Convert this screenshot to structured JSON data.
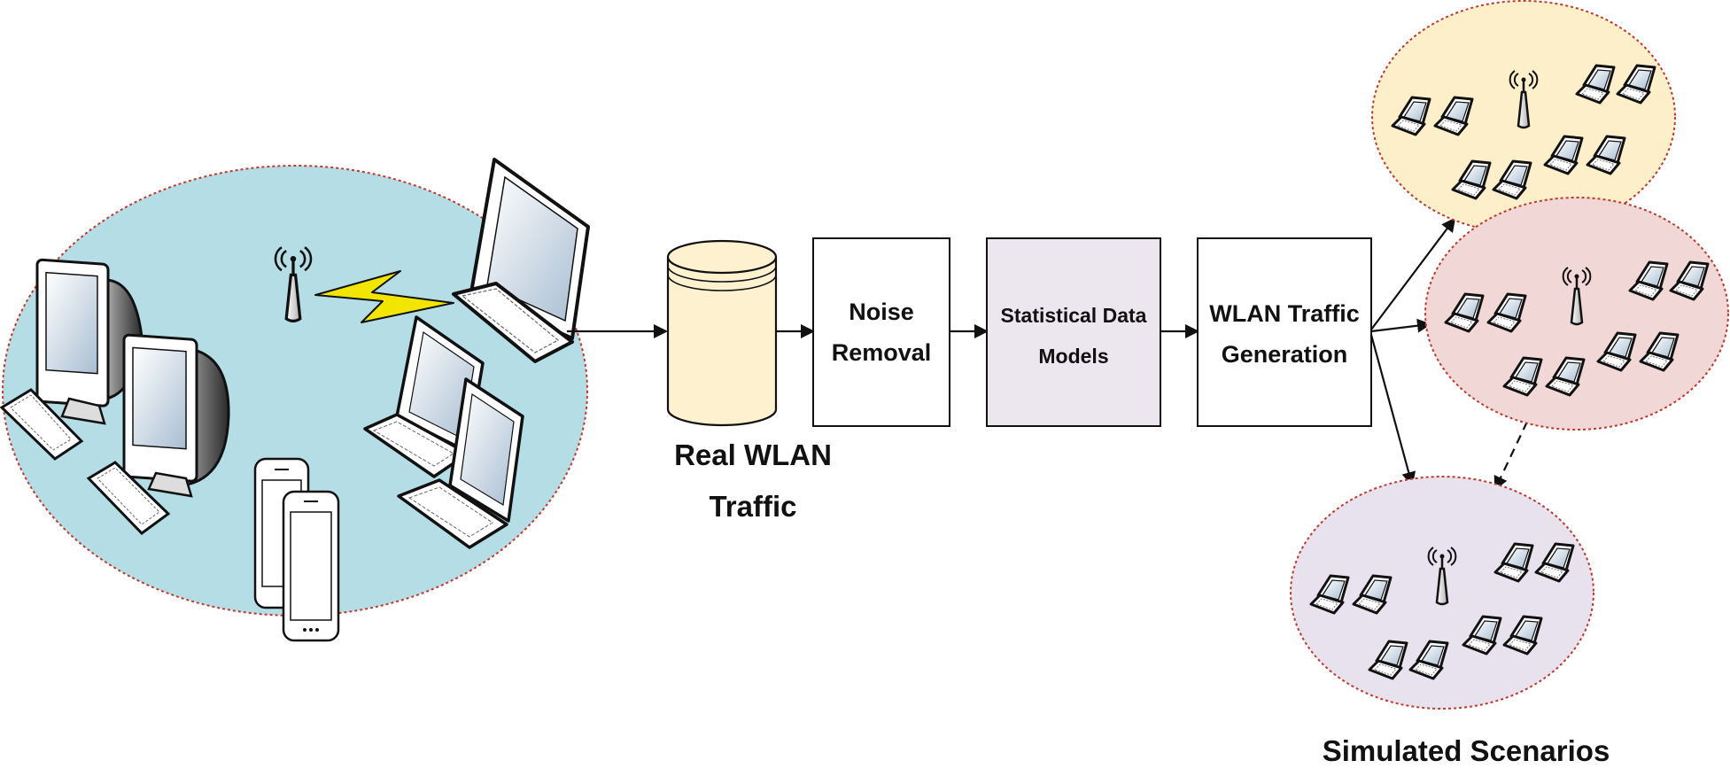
{
  "diagram": {
    "database_label_line1": "Real WLAN",
    "database_label_line2": "Traffic",
    "process1_line1": "Noise",
    "process1_line2": "Removal",
    "process2_line1": "Statistical Data",
    "process2_line2": "Models",
    "process3_line1": "WLAN Traffic",
    "process3_line2": "Generation",
    "scenarios_caption": "Simulated Scenarios"
  },
  "colors": {
    "real_network_fill": "#b5dde6",
    "database_fill": "#fdf1cf",
    "process_box_fill": "#ffffff",
    "models_box_fill": "#ece6ee",
    "scenario1_fill": "#fcefc9",
    "scenario2_fill": "#f1d8d6",
    "scenario3_fill": "#e8e2ee",
    "ellipse_border": "#c0392b",
    "lightning": "#f2e600"
  },
  "icons": [
    "desktop-computer-icon",
    "keyboard-icon",
    "access-point-icon",
    "laptop-icon",
    "smartphone-icon",
    "wireless-link-icon",
    "database-icon"
  ]
}
